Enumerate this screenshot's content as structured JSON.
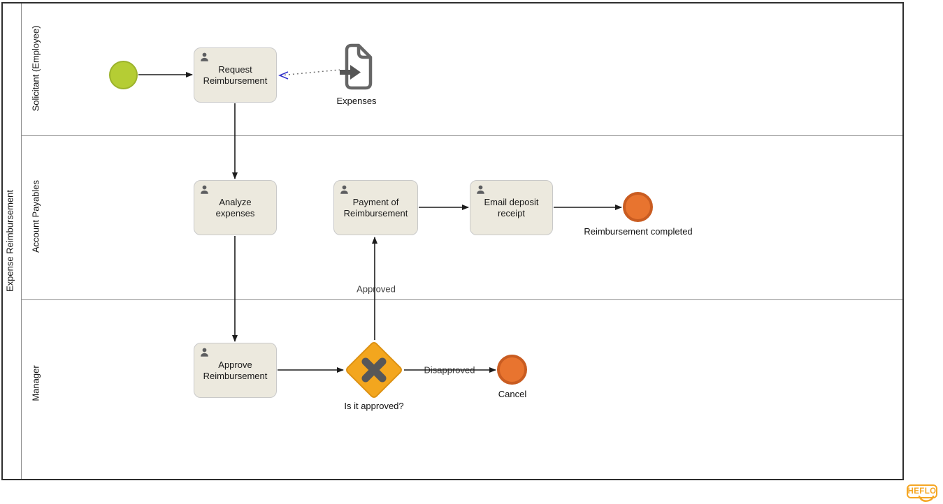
{
  "pool": {
    "label": "Expense Reimbursement"
  },
  "lanes": [
    {
      "label": "Solicitant (Employee)"
    },
    {
      "label": "Account Payables"
    },
    {
      "label": "Manager"
    }
  ],
  "nodes": {
    "tasks": [
      {
        "label": "Request Reimbursement"
      },
      {
        "label": "Analyze expenses"
      },
      {
        "label": "Payment of Reimbursement"
      },
      {
        "label": "Email deposit receipt"
      },
      {
        "label": "Approve Reimbursement"
      }
    ],
    "gateway": {
      "label": "Is it approved?"
    },
    "end_events": [
      {
        "label": "Reimbursement completed"
      },
      {
        "label": "Cancel"
      }
    ],
    "data_object": {
      "label": "Expenses"
    }
  },
  "flows": {
    "approved_label": "Approved",
    "disapproved_label": "Disapproved"
  },
  "watermark": {
    "label": "HEFLO"
  },
  "colors": {
    "start_event_fill": "#b5cd34",
    "start_event_border": "#9cb32c",
    "end_event_fill": "#e8742f",
    "end_event_border": "#c95c21",
    "gateway_fill": "#f3a61e",
    "gateway_border": "#dd9214",
    "gateway_x": "#565759",
    "task_fill": "#ece9de",
    "task_border": "#c9c9c9",
    "person_icon": "#5d5e60",
    "document_icon": "#666666",
    "association_arrow": "#3333cc",
    "logo_orange": "#f5a623"
  }
}
